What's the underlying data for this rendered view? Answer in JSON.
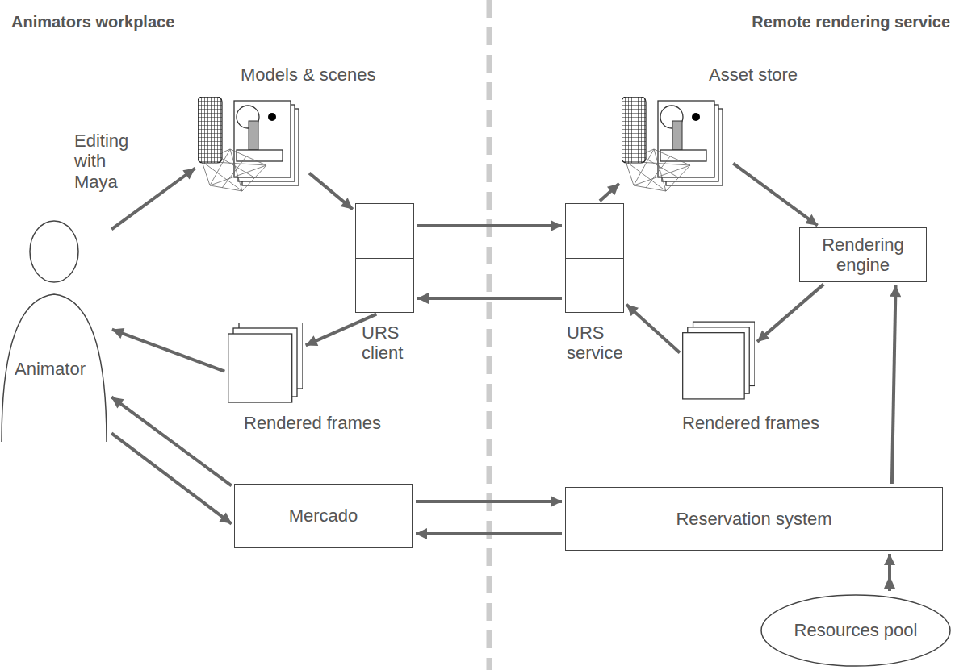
{
  "diagram": {
    "nodes": [
      {
        "text": [
          "Animator"
        ]
      },
      {
        "text": [
          "Models & scenes"
        ]
      },
      {
        "text": [
          "URS client"
        ]
      },
      {
        "text": [
          "Rendered frames"
        ]
      },
      {
        "text": [
          "Mercado"
        ]
      },
      {
        "text": [
          "Asset store"
        ]
      },
      {
        "text": [
          "URS service"
        ]
      },
      {
        "text": [
          "Rendering engine"
        ]
      },
      {
        "text": [
          "Rendered frames"
        ]
      },
      {
        "text": [
          "Reservation system"
        ]
      },
      {
        "text": [
          "Resources pool"
        ]
      }
    ],
    "edges": [
      {
        "from": 0,
        "to": 1,
        "arrow": "to",
        "label": "Editing with Maya"
      },
      {
        "from": 1,
        "to": 2,
        "arrow": "to"
      },
      {
        "from": 2,
        "to": 6,
        "arrow": "to"
      },
      {
        "from": 6,
        "to": 2,
        "arrow": "to"
      },
      {
        "from": 2,
        "to": 3,
        "arrow": "to"
      },
      {
        "from": 3,
        "to": 0,
        "arrow": "to"
      },
      {
        "from": 0,
        "to": 4,
        "arrow": "to"
      },
      {
        "from": 4,
        "to": 0,
        "arrow": "to"
      },
      {
        "from": 4,
        "to": 9,
        "arrow": "to"
      },
      {
        "from": 9,
        "to": 4,
        "arrow": "to"
      },
      {
        "from": 6,
        "to": 5,
        "arrow": "to"
      },
      {
        "from": 5,
        "to": 7,
        "arrow": "to"
      },
      {
        "from": 7,
        "to": 8,
        "arrow": "to"
      },
      {
        "from": 8,
        "to": 6,
        "arrow": "to"
      },
      {
        "from": 9,
        "to": 7,
        "arrow": "to"
      },
      {
        "from": 10,
        "to": 9,
        "arrow": "to"
      }
    ],
    "labels": [
      "Animators workplace",
      "Remote rendering service"
    ]
  }
}
